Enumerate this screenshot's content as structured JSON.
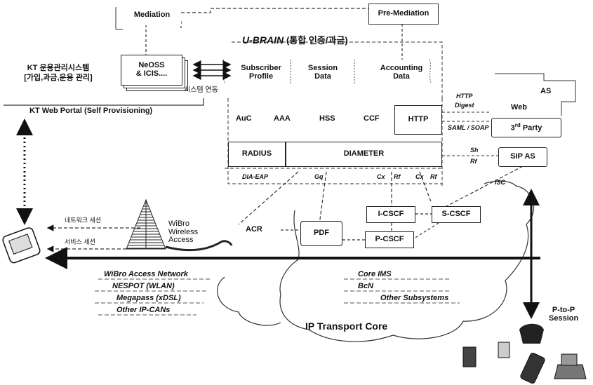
{
  "top": {
    "mediation": "Mediation",
    "pre_mediation": "Pre-Mediation",
    "ubrain_title": "U-BRAIN",
    "ubrain_subtitle": "(통합 인증/과금)"
  },
  "left_panel": {
    "kt_ops_line1": "KT 운용관리시스템",
    "kt_ops_line2": "[가입,과금,운용 관리]",
    "neoss_line1": "NeOSS",
    "neoss_line2": "& ICIS....",
    "system_link": "시스템 연동",
    "web_portal": "KT Web Portal (Self Provisioning)"
  },
  "data_stores": {
    "subscriber_line1": "Subscriber",
    "subscriber_line2": "Profile",
    "session_line1": "Session",
    "session_line2": "Data",
    "accounting_line1": "Accounting",
    "accounting_line2": "Data"
  },
  "functions": {
    "auc": "AuC",
    "aaa": "AAA",
    "hss": "HSS",
    "ccf": "CCF",
    "http": "HTTP",
    "radius": "RADIUS",
    "diameter": "DIAMETER"
  },
  "external": {
    "as": "AS",
    "web": "Web",
    "third_party_prefix": "3",
    "third_party_sup": "rd",
    "third_party_suffix": " Party",
    "sip_as": "SIP AS"
  },
  "interfaces": {
    "http": "HTTP",
    "digest": "Digest",
    "saml_soap": "SAML / SOAP",
    "sh": "Sh",
    "rf_right": "Rf",
    "dia_eap": "DIA-EAP",
    "gq": "Gq",
    "cx1": "Cx",
    "rf1": "Rf",
    "cx2": "Cx",
    "rf2": "Rf",
    "isc": "ISC"
  },
  "ims": {
    "icscf": "I-CSCF",
    "scscf": "S-CSCF",
    "pcscf": "P-CSCF",
    "pdf": "PDF",
    "acr": "ACR"
  },
  "access": {
    "network_session": "네트워크 세션",
    "service_session": "서비스 세션",
    "wibro_line1": "WiBro",
    "wibro_line2": "Wireless",
    "wibro_line3": "Access"
  },
  "networks_left": [
    "WiBro Access Network",
    "NESPOT (WLAN)",
    "Megapass (xDSL)",
    "Other IP-CANs"
  ],
  "networks_right": [
    "Core IMS",
    "BcN",
    "Other Subsystems"
  ],
  "transport": "IP Transport Core",
  "p2p_line1": "P-to-P",
  "p2p_line2": "Session"
}
